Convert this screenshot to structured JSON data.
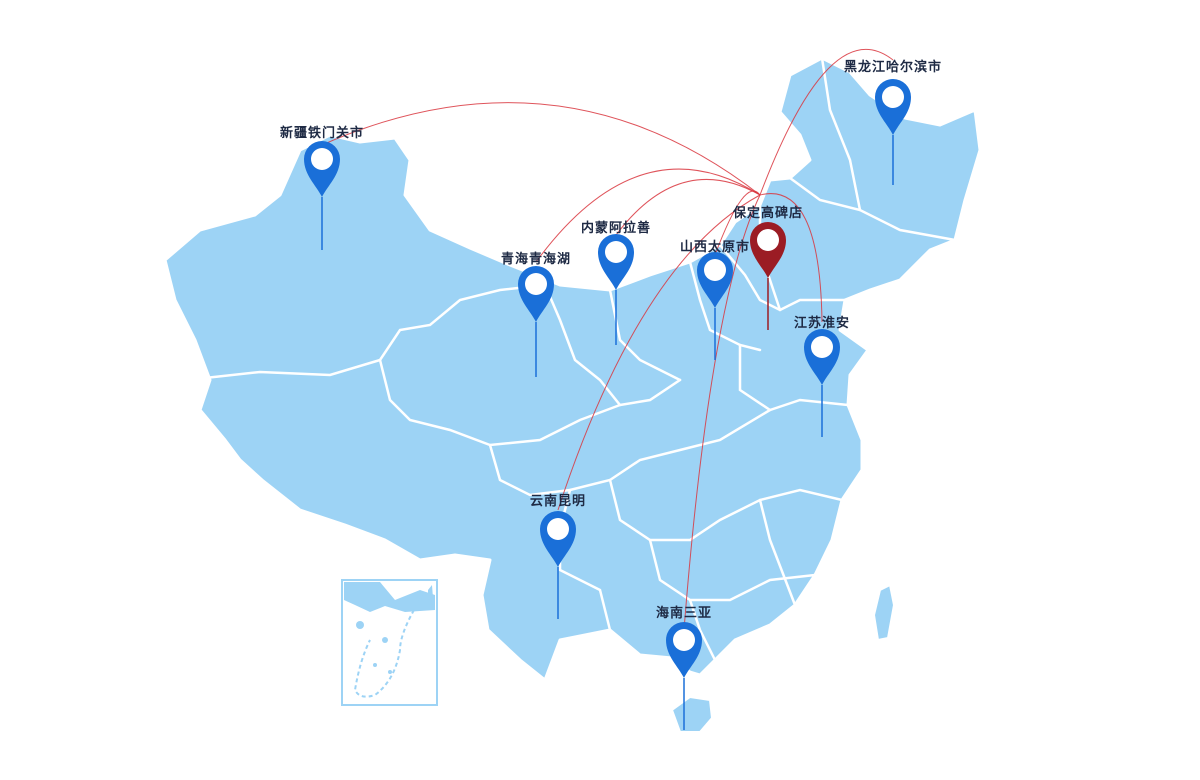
{
  "map": {
    "land_color": "#9dd3f5",
    "border_color": "#ffffff",
    "route_color": "#d9363e",
    "pin_color": "#1a6fd8",
    "origin_pin_color": "#9b1c24"
  },
  "origin": {
    "name": "保定高碑店"
  },
  "destinations": [
    {
      "name": "黑龙江哈尔滨市"
    },
    {
      "name": "新疆铁门关市"
    },
    {
      "name": "内蒙阿拉善"
    },
    {
      "name": "青海青海湖"
    },
    {
      "name": "山西太原市"
    },
    {
      "name": "江苏淮安"
    },
    {
      "name": "云南昆明"
    },
    {
      "name": "海南三亚"
    }
  ]
}
